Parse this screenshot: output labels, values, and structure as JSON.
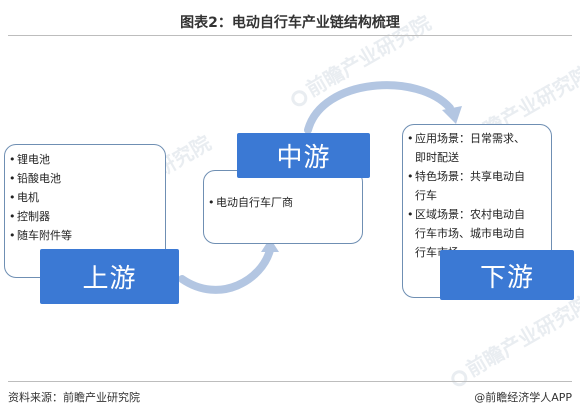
{
  "header": {
    "title": "图表2：电动自行车产业链结构梳理"
  },
  "upstream": {
    "label": "上游",
    "items": [
      "锂电池",
      "铅酸电池",
      "电机",
      "控制器",
      "随车附件等"
    ]
  },
  "midstream": {
    "label": "中游",
    "items": [
      "电动自行车厂商"
    ]
  },
  "downstream": {
    "label": "下游",
    "items": [
      {
        "lines": [
          "应用场景：日常需求、",
          "即时配送"
        ]
      },
      {
        "lines": [
          "特色场景：共享电动自",
          "行车"
        ]
      },
      {
        "lines": [
          "区域场景：农村电动自",
          "行车市场、城市电动自",
          "行车市场"
        ]
      }
    ]
  },
  "footer": {
    "source": "资料来源：前瞻产业研究院",
    "brand": "@前瞻经济学人APP"
  },
  "watermark": {
    "text": "前瞻产业研究院"
  },
  "colors": {
    "badge": "#3b79d4",
    "panel_border": "#6f8fb3",
    "arrow": "#b3c6e2"
  }
}
